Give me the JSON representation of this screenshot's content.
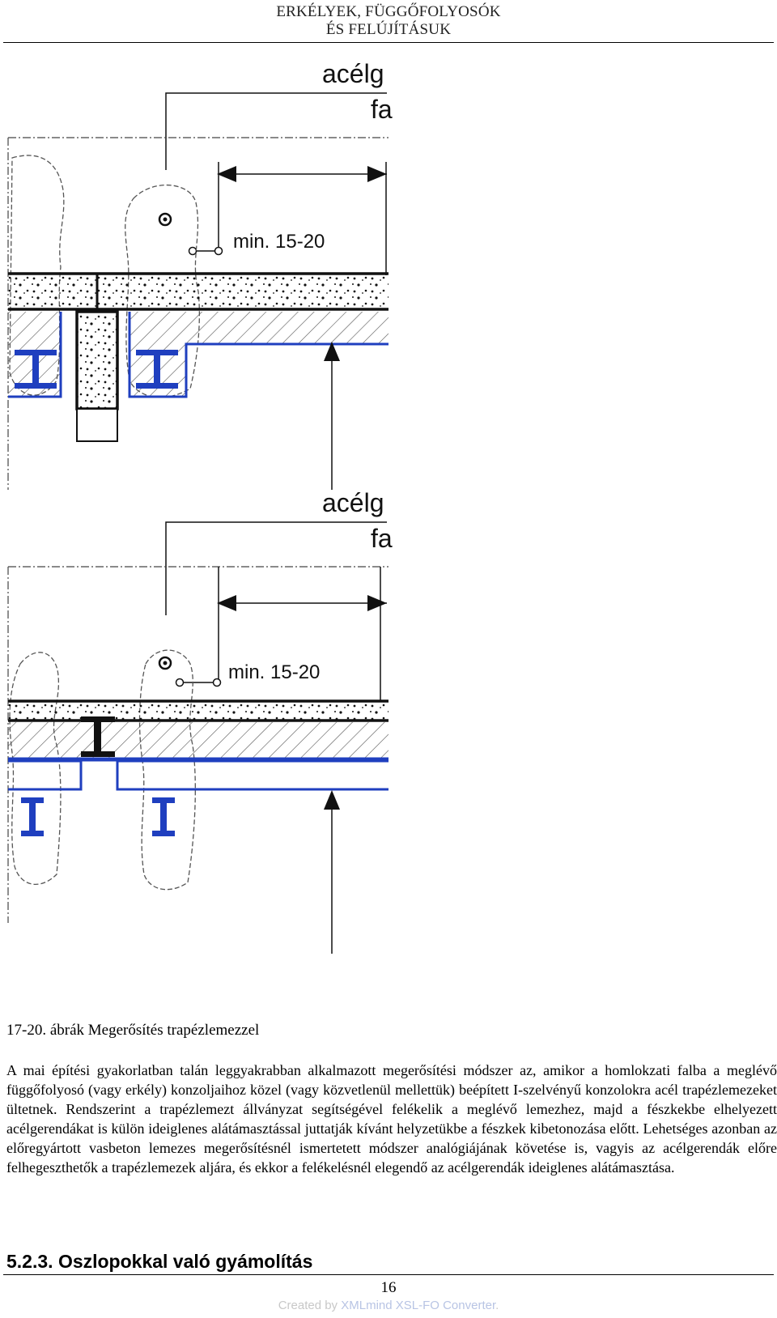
{
  "header": {
    "line1": "ERKÉLYEK, FÜGGŐFOLYOSÓK",
    "line2": "ÉS FELÚJÍTÁSUK"
  },
  "figure": {
    "top_label1": "acélg",
    "top_label2": "fa",
    "top_dim": "min. 15-20",
    "bottom_label1": "acélg",
    "bottom_label2": "fa",
    "bottom_dim": "min. 15-20",
    "colors": {
      "steel_blue": "#1f3fbf",
      "line": "#111111",
      "hatch": "#555555"
    }
  },
  "caption": "17-20. ábrák Megerősítés trapézlemezzel",
  "body": "A mai építési gyakorlatban talán leggyakrabban alkalmazott megerősítési módszer az, amikor a homlokzati falba a meglévő függőfolyosó (vagy erkély) konzoljaihoz közel (vagy közvetlenül mellettük) beépített I-szelvényű konzolokra acél trapézlemezeket ültetnek. Rendszerint a trapézlemezt állványzat segítségével felékelik a meglévő lemezhez, majd a fészkekbe elhelyezett acélgerendákat is külön ideiglenes alátámasztással juttatják kívánt helyzetükbe a fészkek kibetonozása előtt. Lehetséges azonban az előregyártott vasbeton lemezes megerősítésnél ismertetett módszer analógiájának követése is, vagyis az acélgerendák előre felhegeszthetők a trapézlemezek aljára, és ekkor a felékelésnél elegendő az acélgerendák ideiglenes alátámasztása.",
  "section": {
    "number": "5.2.3.",
    "title": "Oszlopokkal való gyámolítás"
  },
  "footer": {
    "page": "16",
    "created_prefix": "Created by ",
    "created_brand": "XMLmind XSL-FO Converter",
    "created_suffix": "."
  }
}
